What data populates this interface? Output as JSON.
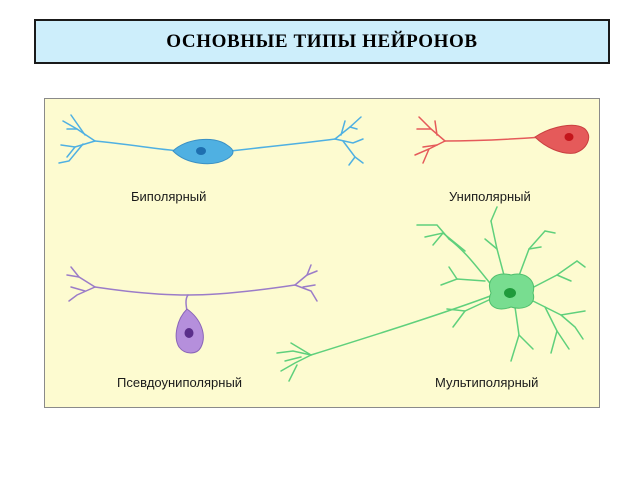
{
  "title": "ОСНОВНЫЕ ТИПЫ НЕЙРОНОВ",
  "neurons": [
    {
      "id": "bipolar",
      "label": "Биполярный",
      "color": "#4fb0e2"
    },
    {
      "id": "unipolar",
      "label": "Униполярный",
      "color": "#e55a5a"
    },
    {
      "id": "pseudounipolar",
      "label": "Псевдоуниполярный",
      "color": "#9b7cc8"
    },
    {
      "id": "multipolar",
      "label": "Мультиполярный",
      "color": "#5fd07c"
    }
  ],
  "colors": {
    "title_bg": "#cdeefb",
    "panel_bg": "#fdfbd0",
    "nucleus_bipolar": "#1e6fb0",
    "nucleus_unipolar": "#c4151b",
    "nucleus_pseudounipolar": "#5a2e8a",
    "nucleus_multipolar": "#1f9a3c"
  }
}
